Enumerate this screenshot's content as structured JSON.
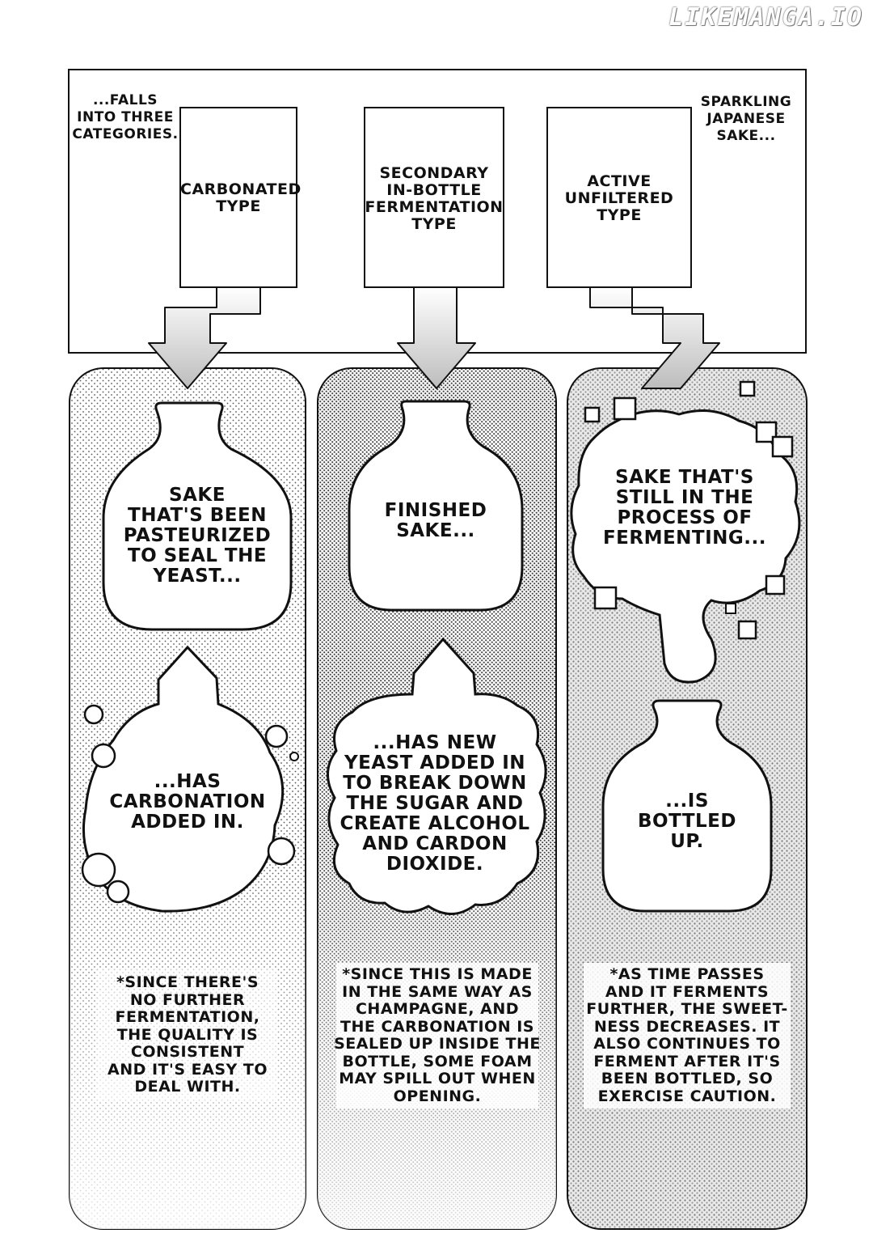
{
  "watermark": "LIKEMANGA.IO",
  "intro": {
    "left_caption": "...FALLS\nINTO THREE\nCATEGORIES.",
    "right_caption": "SPARKLING\nJAPANESE\nSAKE..."
  },
  "types": [
    {
      "label": "CARBONATED\nTYPE",
      "step1": "SAKE\nTHAT'S BEEN\nPASTEURIZED\nTO SEAL THE\nYEAST...",
      "step2": "...HAS\nCARBONATION\nADDED IN.",
      "note": "*SINCE THERE'S\nNO FURTHER\nFERMENTATION,\nTHE QUALITY IS\nCONSISTENT\nAND IT'S EASY TO\nDEAL WITH."
    },
    {
      "label": "SECONDARY\nIN-BOTTLE\nFERMENTATION\nTYPE",
      "step1": "FINISHED\nSAKE...",
      "step2": "...HAS NEW\nYEAST ADDED IN\nTO BREAK DOWN\nTHE SUGAR AND\nCREATE ALCOHOL\nAND CARDON\nDIOXIDE.",
      "note": "*SINCE THIS IS MADE\nIN THE SAME WAY AS\nCHAMPAGNE, AND\nTHE CARBONATION IS\nSEALED UP INSIDE THE\nBOTTLE, SOME FOAM\nMAY SPILL OUT WHEN\nOPENING."
    },
    {
      "label": "ACTIVE\nUNFILTERED\nTYPE",
      "step1": "SAKE THAT'S\nSTILL IN THE\nPROCESS OF\nFERMENTING...",
      "step2": "...IS\nBOTTLED\nUP.",
      "note": "*AS TIME PASSES\nAND IT FERMENTS\nFURTHER, THE SWEET-\nNESS DECREASES. IT\nALSO CONTINUES TO\nFERMENT AFTER IT'S\nBEEN BOTTLED, SO\nEXERCISE CAUTION."
    }
  ]
}
